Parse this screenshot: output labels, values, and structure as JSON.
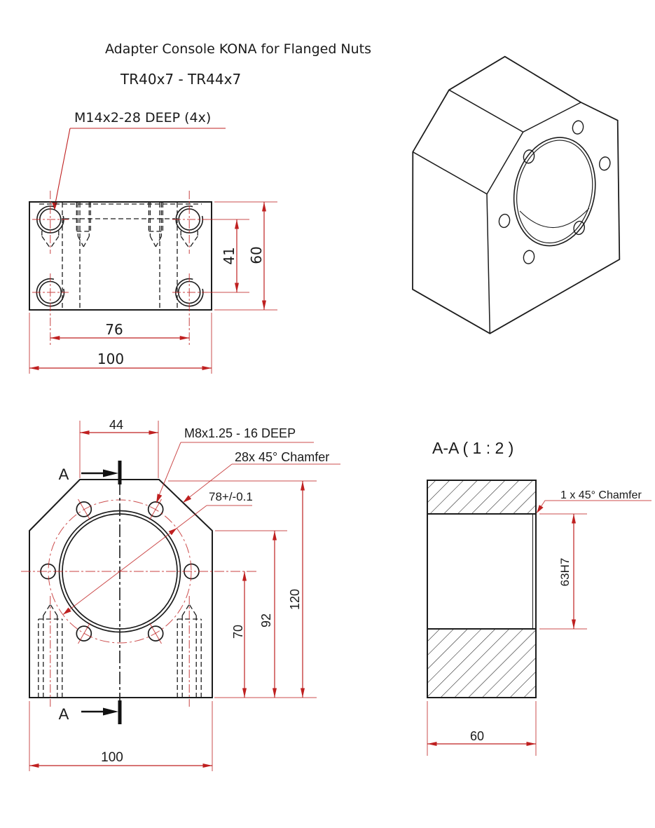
{
  "title": {
    "line1": "Adapter Console KONA for Flanged Nuts",
    "line2": "TR40x7 - TR44x7"
  },
  "colors": {
    "line_black": "#1c1c1c",
    "dim_red": "#bf2020",
    "background": "#ffffff"
  },
  "bottom_view": {
    "thread_label": "M14x2-28 DEEP (4x)",
    "dim_hole_rows": "41",
    "dim_depth": "60",
    "dim_hole_cols": "76",
    "dim_width": "100"
  },
  "front_view": {
    "thread_label": "M8x1.25 - 16 DEEP",
    "chamfer_label": "28x 45° Chamfer",
    "bolt_circle_label": "78+/-0.1",
    "dim_top_flat": "44",
    "dim_bore_center": "70",
    "dim_side_edge": "92",
    "dim_height": "120",
    "dim_width": "100",
    "section_letter": "A"
  },
  "section_view": {
    "title": "A-A ( 1 : 2 )",
    "chamfer_label": "1 x 45° Chamfer",
    "dim_bore": "63H7",
    "dim_depth": "60"
  }
}
